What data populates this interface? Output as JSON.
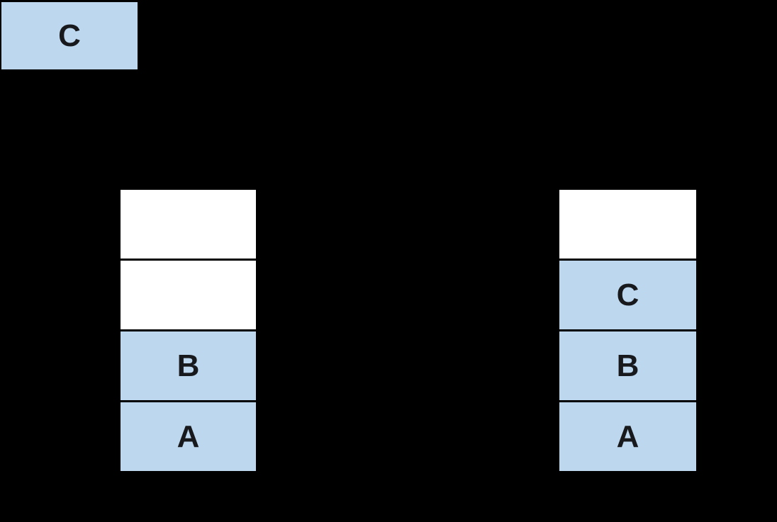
{
  "colors": {
    "background": "#000000",
    "block_fill": "#BDD7EE",
    "empty_fill": "#FFFFFF",
    "divider": "#000000",
    "label_text": "#17191C"
  },
  "pushed_block": {
    "label": "C"
  },
  "stacks": {
    "before": {
      "cells": [
        {
          "label": "",
          "filled": false
        },
        {
          "label": "",
          "filled": false
        },
        {
          "label": "B",
          "filled": true
        },
        {
          "label": "A",
          "filled": true
        }
      ]
    },
    "after": {
      "cells": [
        {
          "label": "",
          "filled": false
        },
        {
          "label": "C",
          "filled": true
        },
        {
          "label": "B",
          "filled": true
        },
        {
          "label": "A",
          "filled": true
        }
      ]
    }
  }
}
